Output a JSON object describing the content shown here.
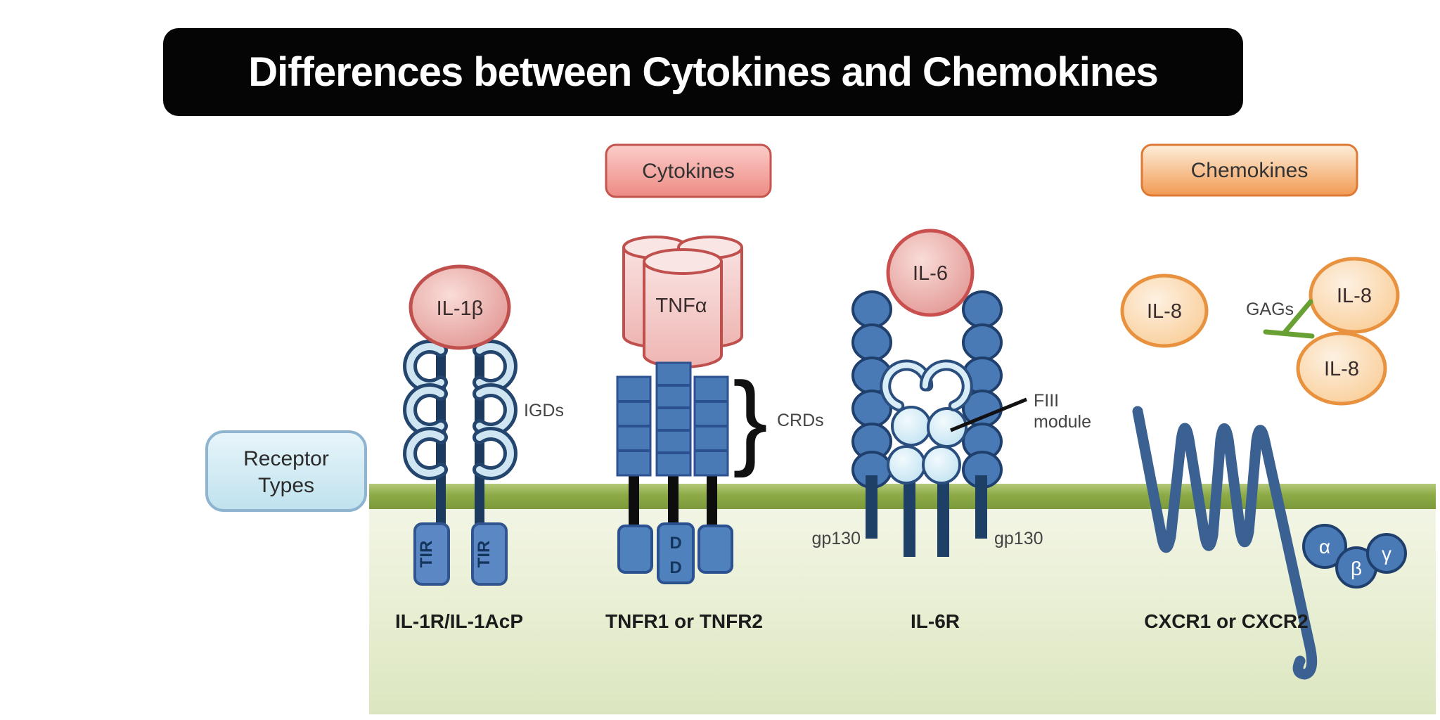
{
  "title": {
    "text": "Differences between Cytokines and Chemokines"
  },
  "legend": {
    "cytokines_label": "Cytokines",
    "chemokines_label": "Chemokines",
    "receptor_types": {
      "line1": "Receptor",
      "line2": "Types"
    }
  },
  "cytokines_section": {
    "il1": {
      "ligand": "IL-1β",
      "domain_label": "IGDs",
      "tir_left": "TIR",
      "tir_right": "TIR",
      "receptor_name": "IL-1R/IL-1AcP"
    },
    "tnf": {
      "ligand": "TNFα",
      "bracket": "}",
      "domain_label": "CRDs",
      "dd_top": "D",
      "dd_bottom": "D",
      "receptor_name": "TNFR1 or TNFR2"
    },
    "il6": {
      "ligand": "IL-6",
      "fiii_line1": "FIII",
      "fiii_line2": "module",
      "gp130_left": "gp130",
      "gp130_right": "gp130",
      "receptor_name": "IL-6R"
    }
  },
  "chemokines_section": {
    "il8_single": "IL-8",
    "il8_top": "IL-8",
    "il8_bottom": "IL-8",
    "gags_label": "GAGs",
    "receptor_name": "CXCR1 or CXCR2",
    "g_protein": {
      "alpha": "α",
      "beta": "β",
      "gamma": "γ"
    }
  },
  "colors": {
    "title_bg": "#050505",
    "title_text": "#ffffff",
    "cytokine_pink": "#f0908a",
    "cytokine_border": "#c4544f",
    "chemokine_orange": "#f49d55",
    "chemokine_border": "#dd7a35",
    "receptor_box_blue": "#cdeaf3",
    "receptor_box_border": "#8fb4cf",
    "membrane_green": "#8caa45",
    "cytosol_green": "#e3ecca",
    "receptor_blue": "#4a7ab5",
    "receptor_navy": "#1e3f66",
    "ligand_pink_fill": "#eebbb7",
    "ligand_pink_border": "#c0504d",
    "il8_orange_fill": "#fbd7a6",
    "il8_orange_border": "#e8913f",
    "gag_green": "#69a033",
    "serpentine_blue": "#3a6191",
    "stem_black": "#0d0d0d",
    "light_domain_blue": "#cfe6f2"
  }
}
